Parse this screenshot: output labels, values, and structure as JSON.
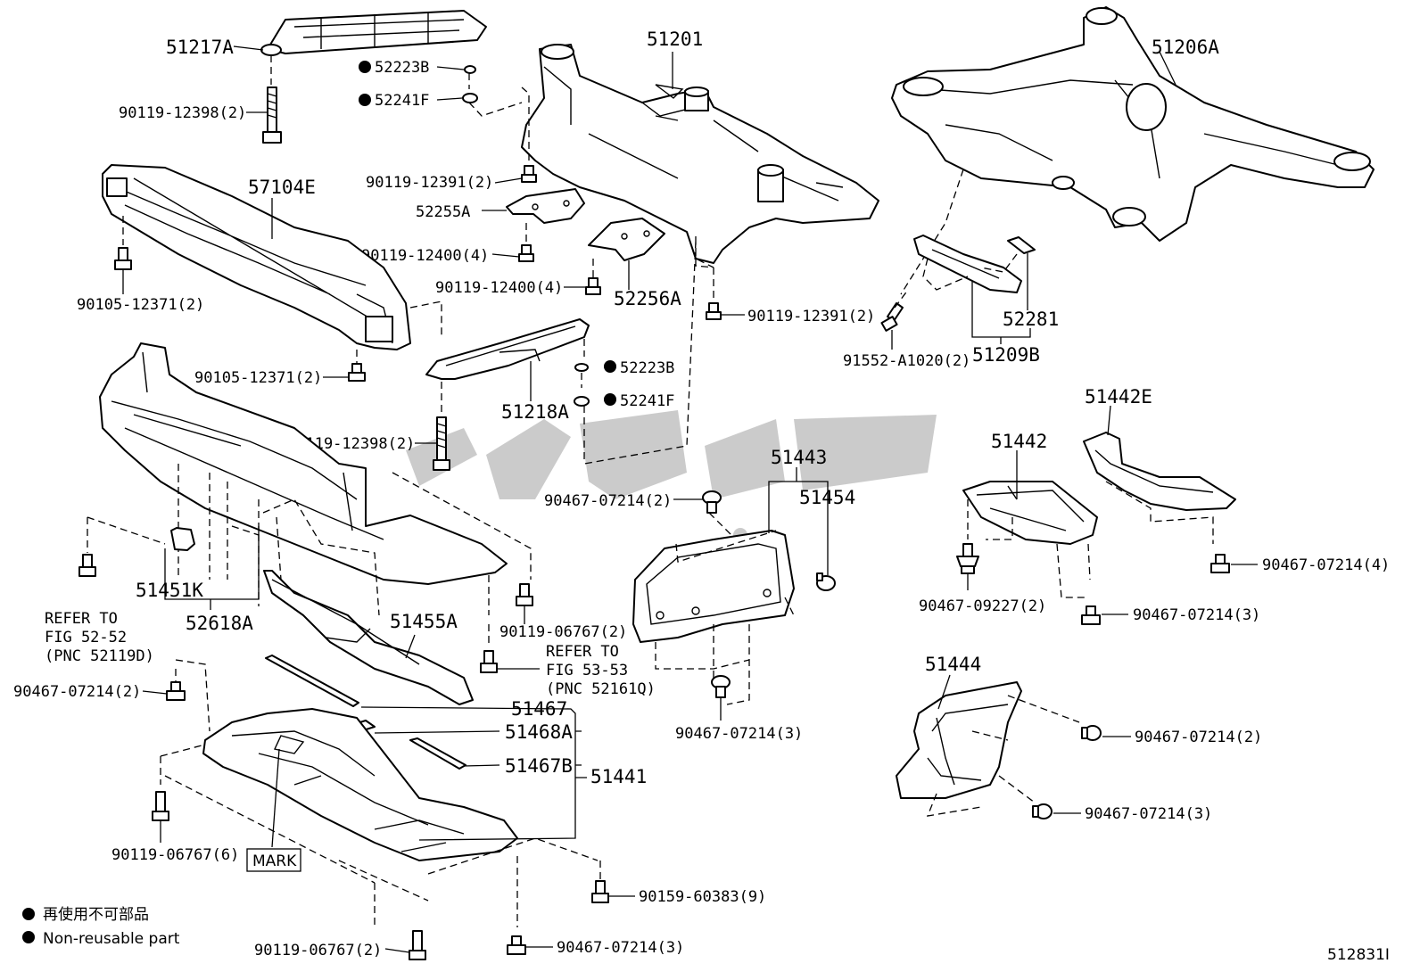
{
  "labels": {
    "p51217A": "51217A",
    "p52223B_top": "52223B",
    "p52241F_top": "52241F",
    "b90119_12398_top": "90119-12398(2)",
    "p51201": "51201",
    "p51206A": "51206A",
    "b90119_12391_a": "90119-12391(2)",
    "p52255A": "52255A",
    "b90119_12400_a": "90119-12400(4)",
    "p57104E": "57104E",
    "b90105_12371_a": "90105-12371(2)",
    "b90119_12400_b": "90119-12400(4)",
    "p52256A": "52256A",
    "b90119_12391_b": "90119-12391(2)",
    "p52281": "52281",
    "b91552_A1020": "91552-A1020(2)",
    "p51209B": "51209B",
    "b90105_12371_b": "90105-12371(2)",
    "p52223B_mid": "52223B",
    "p52241F_mid": "52241F",
    "p51218A": "51218A",
    "b90119_12398_mid": "90119-12398(2)",
    "p51442E": "51442E",
    "p51442": "51442",
    "p51443": "51443",
    "p51454": "51454",
    "c90467_07214_a": "90467-07214(2)",
    "c90467_07214_b": "90467-07214(4)",
    "c90467_09227": "90467-09227(2)",
    "c90467_07214_c": "90467-07214(3)",
    "p51451K": "51451K",
    "p52618A": "52618A",
    "ref_left_1": "REFER TO",
    "ref_left_2": "FIG 52-52",
    "ref_left_3": "(PNC 52119D)",
    "b90119_06767_a": "90119-06767(2)",
    "ref_right_1": "REFER TO",
    "ref_right_2": "FIG 53-53",
    "ref_right_3": "(PNC 52161Q)",
    "p51455A": "51455A",
    "c90467_07214_d": "90467-07214(2)",
    "p51467": "51467",
    "p51468A": "51468A",
    "p51467B": "51467B",
    "p51441": "51441",
    "c90467_07214_e": "90467-07214(3)",
    "p51444": "51444",
    "c90467_07214_f": "90467-07214(2)",
    "c90467_07214_g": "90467-07214(3)",
    "b90119_06767_b": "90119-06767(6)",
    "mark": "MARK",
    "b90159_60383": "90159-60383(9)",
    "b90119_06767_c": "90119-06767(2)",
    "c90467_07214_h": "90467-07214(3)"
  },
  "legend": {
    "japanese": "再使用不可部品",
    "english": "Non-reusable part"
  },
  "figure_id": "512831I"
}
